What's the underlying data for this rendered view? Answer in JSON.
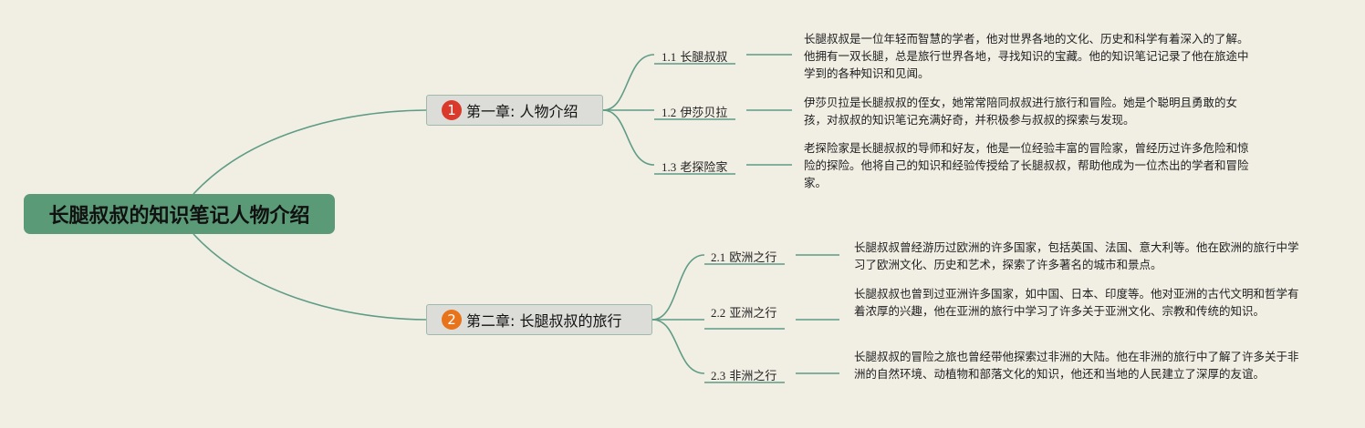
{
  "root": {
    "title": "长腿叔叔的知识笔记人物介绍"
  },
  "chapters": [
    {
      "badge": "1",
      "badge_color": "#d93a2b",
      "title": "第一章: 人物介绍",
      "items": [
        {
          "num": "1.1",
          "label": "长腿叔叔",
          "desc": "长腿叔叔是一位年轻而智慧的学者，他对世界各地的文化、历史和科学有着深入的了解。他拥有一双长腿，总是旅行世界各地，寻找知识的宝藏。他的知识笔记记录了他在旅途中学到的各种知识和见闻。"
        },
        {
          "num": "1.2",
          "label": "伊莎贝拉",
          "desc": "伊莎贝拉是长腿叔叔的侄女，她常常陪同叔叔进行旅行和冒险。她是个聪明且勇敢的女孩，对叔叔的知识笔记充满好奇，并积极参与叔叔的探索与发现。"
        },
        {
          "num": "1.3",
          "label": "老探险家",
          "desc": "老探险家是长腿叔叔的导师和好友，他是一位经验丰富的冒险家，曾经历过许多危险和惊险的探险。他将自己的知识和经验传授给了长腿叔叔，帮助他成为一位杰出的学者和冒险家。"
        }
      ]
    },
    {
      "badge": "2",
      "badge_color": "#e8731a",
      "title": "第二章: 长腿叔叔的旅行",
      "items": [
        {
          "num": "2.1",
          "label": "欧洲之行",
          "desc": "长腿叔叔曾经游历过欧洲的许多国家，包括英国、法国、意大利等。他在欧洲的旅行中学习了欧洲文化、历史和艺术，探索了许多著名的城市和景点。"
        },
        {
          "num": "2.2",
          "label": "亚洲之行",
          "desc": "长腿叔叔也曾到过亚洲许多国家，如中国、日本、印度等。他对亚洲的古代文明和哲学有着浓厚的兴趣，他在亚洲的旅行中学习了许多关于亚洲文化、宗教和传统的知识。"
        },
        {
          "num": "2.3",
          "label": "非洲之行",
          "desc": "长腿叔叔的冒险之旅也曾经带他探索过非洲的大陆。他在非洲的旅行中了解了许多关于非洲的自然环境、动植物和部落文化的知识，他还和当地的人民建立了深厚的友谊。"
        }
      ]
    }
  ],
  "colors": {
    "background": "#f1eee4",
    "root_fill": "#5b9a77",
    "connector": "#5f9c86"
  }
}
